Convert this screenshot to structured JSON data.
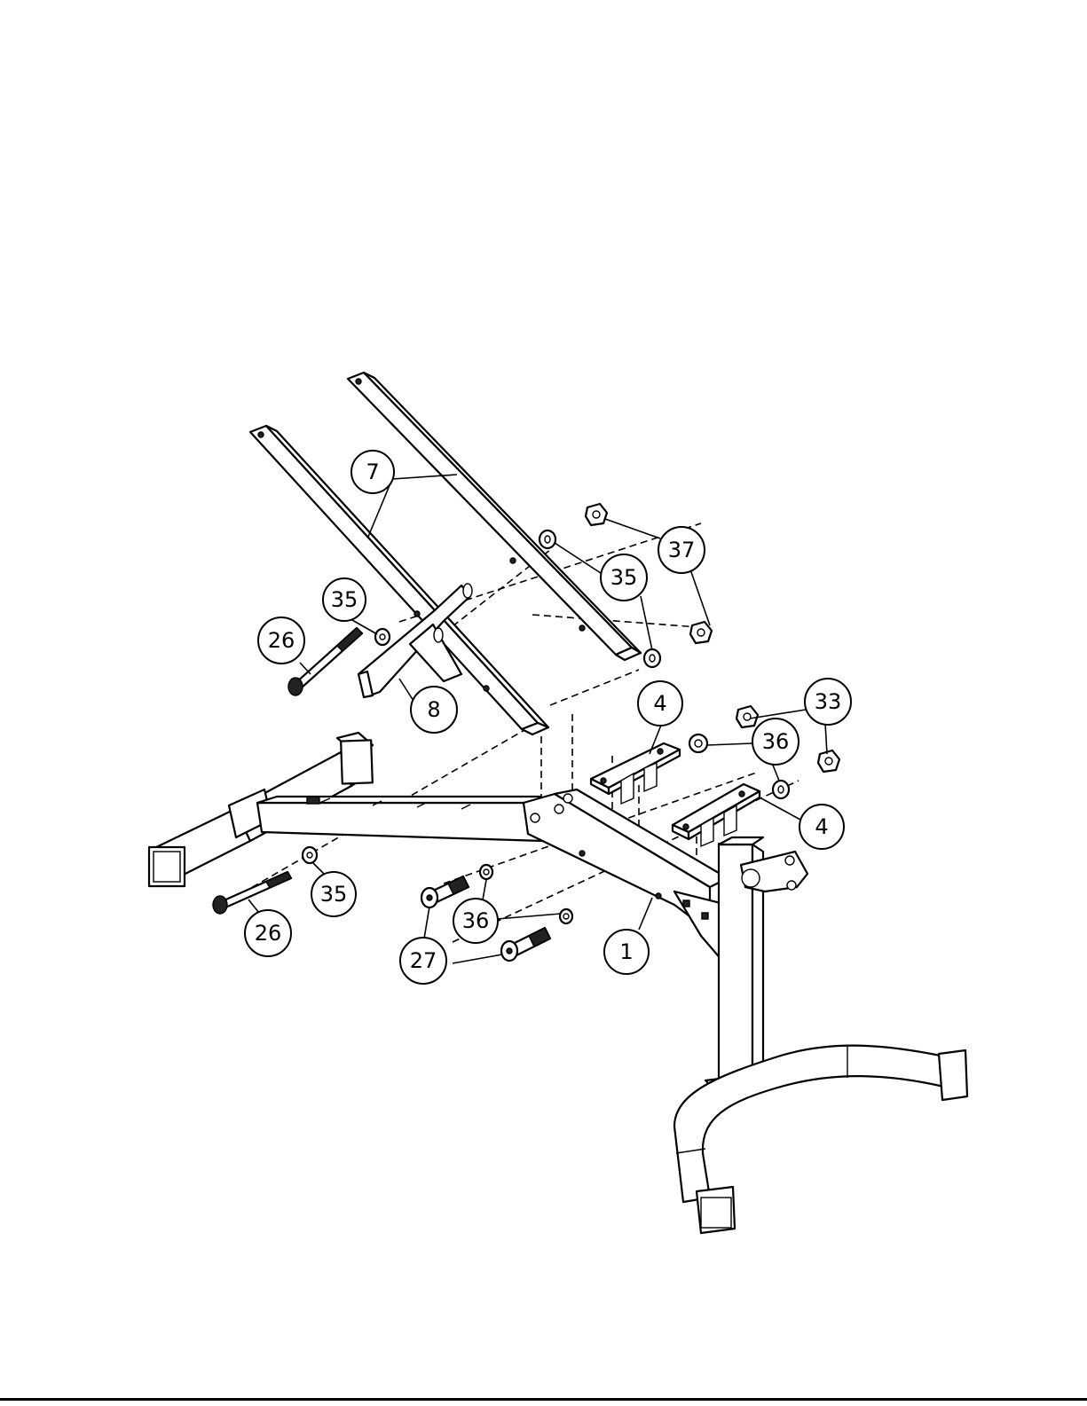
{
  "callouts": [
    {
      "id": "c7",
      "label": "7"
    },
    {
      "id": "c37",
      "label": "37"
    },
    {
      "id": "c35a",
      "label": "35"
    },
    {
      "id": "c35b",
      "label": "35"
    },
    {
      "id": "c26a",
      "label": "26"
    },
    {
      "id": "c8",
      "label": "8"
    },
    {
      "id": "c4a",
      "label": "4"
    },
    {
      "id": "c33",
      "label": "33"
    },
    {
      "id": "c36a",
      "label": "36"
    },
    {
      "id": "c4b",
      "label": "4"
    },
    {
      "id": "c35c",
      "label": "35"
    },
    {
      "id": "c36b",
      "label": "36"
    },
    {
      "id": "c26b",
      "label": "26"
    },
    {
      "id": "c27",
      "label": "27"
    },
    {
      "id": "c1",
      "label": "1"
    }
  ]
}
